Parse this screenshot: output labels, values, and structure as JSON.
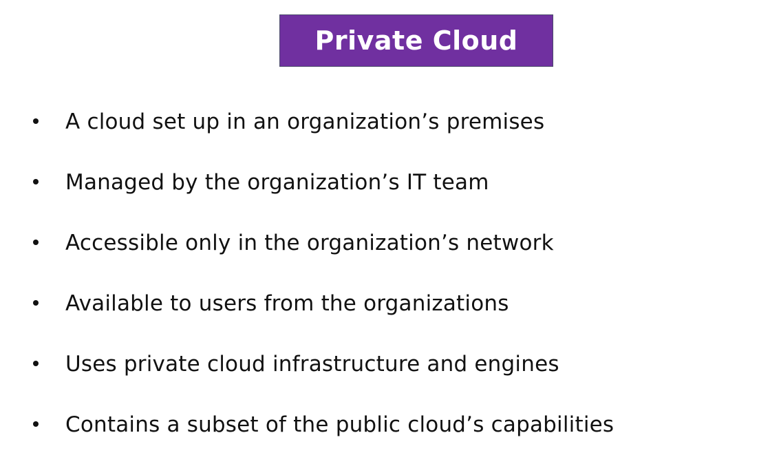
{
  "slide": {
    "title": "Private Cloud",
    "colors": {
      "title_background": "#7030a0",
      "title_text": "#ffffff",
      "body_text": "#111111",
      "background": "#ffffff"
    },
    "bullets": [
      "A cloud set up in an organization’s premises",
      "Managed by the organization’s IT team",
      "Accessible only in the organization’s network",
      "Available to users from the organizations",
      "Uses private cloud infrastructure and engines",
      "Contains a subset of the public cloud’s capabilities"
    ]
  }
}
